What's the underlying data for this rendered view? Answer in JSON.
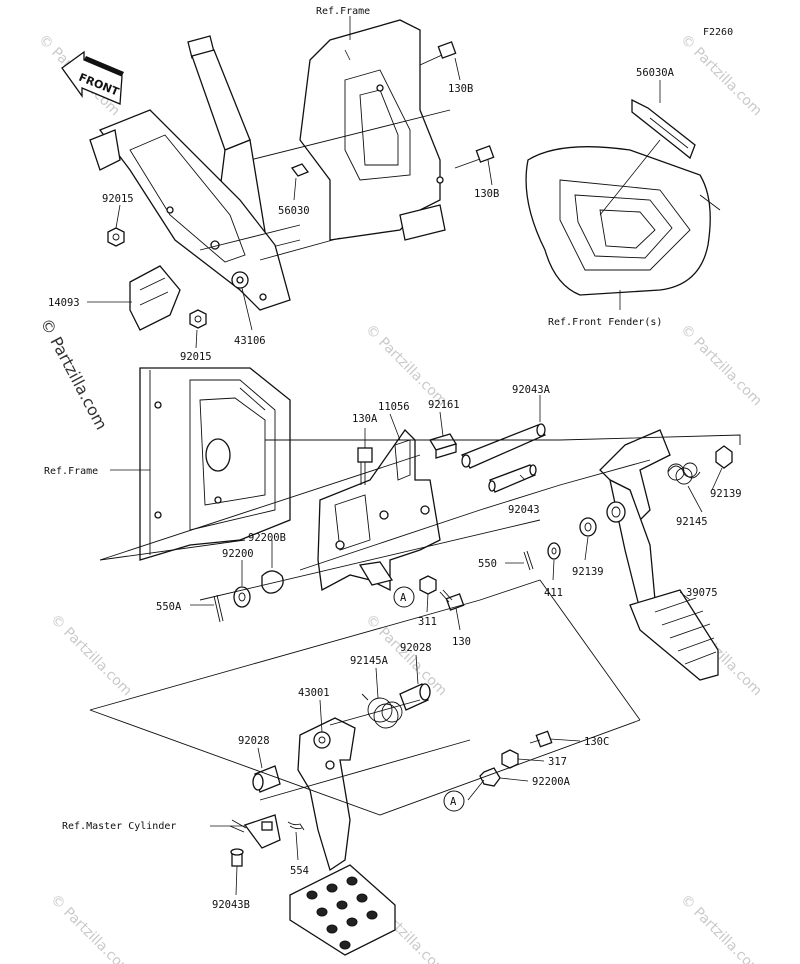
{
  "diagram_code": "F2260",
  "copyright": "© Partzilla.com",
  "watermark_text": "© Partzilla.com",
  "front_arrow_label": "FRONT",
  "reference_labels": {
    "frame_top": "Ref.Frame",
    "frame_left": "Ref.Frame",
    "front_fenders": "Ref.Front Fender(s)",
    "master_cylinder": "Ref.Master Cylinder"
  },
  "callouts": {
    "p130B_a": "130B",
    "p130B_b": "130B",
    "p56030A": "56030A",
    "p92015_a": "92015",
    "p56030": "56030",
    "p14093": "14093",
    "p92015_b": "92015",
    "p43106": "43106",
    "p11056": "11056",
    "p92161": "92161",
    "p92043A": "92043A",
    "p130A": "130A",
    "p92043": "92043",
    "p92139_a": "92139",
    "p92145": "92145",
    "p92200B": "92200B",
    "p92200": "92200",
    "p550": "550",
    "p92139_b": "92139",
    "p550A": "550A",
    "p311": "311",
    "p130": "130",
    "p411": "411",
    "p39075": "39075",
    "p92145A": "92145A",
    "p92028_a": "92028",
    "p43001": "43001",
    "p92028_b": "92028",
    "p130C": "130C",
    "p317": "317",
    "p92200A": "92200A",
    "p554": "554",
    "p92043B": "92043B"
  },
  "circle_markers": {
    "marker_1": "A",
    "marker_2": "A"
  }
}
